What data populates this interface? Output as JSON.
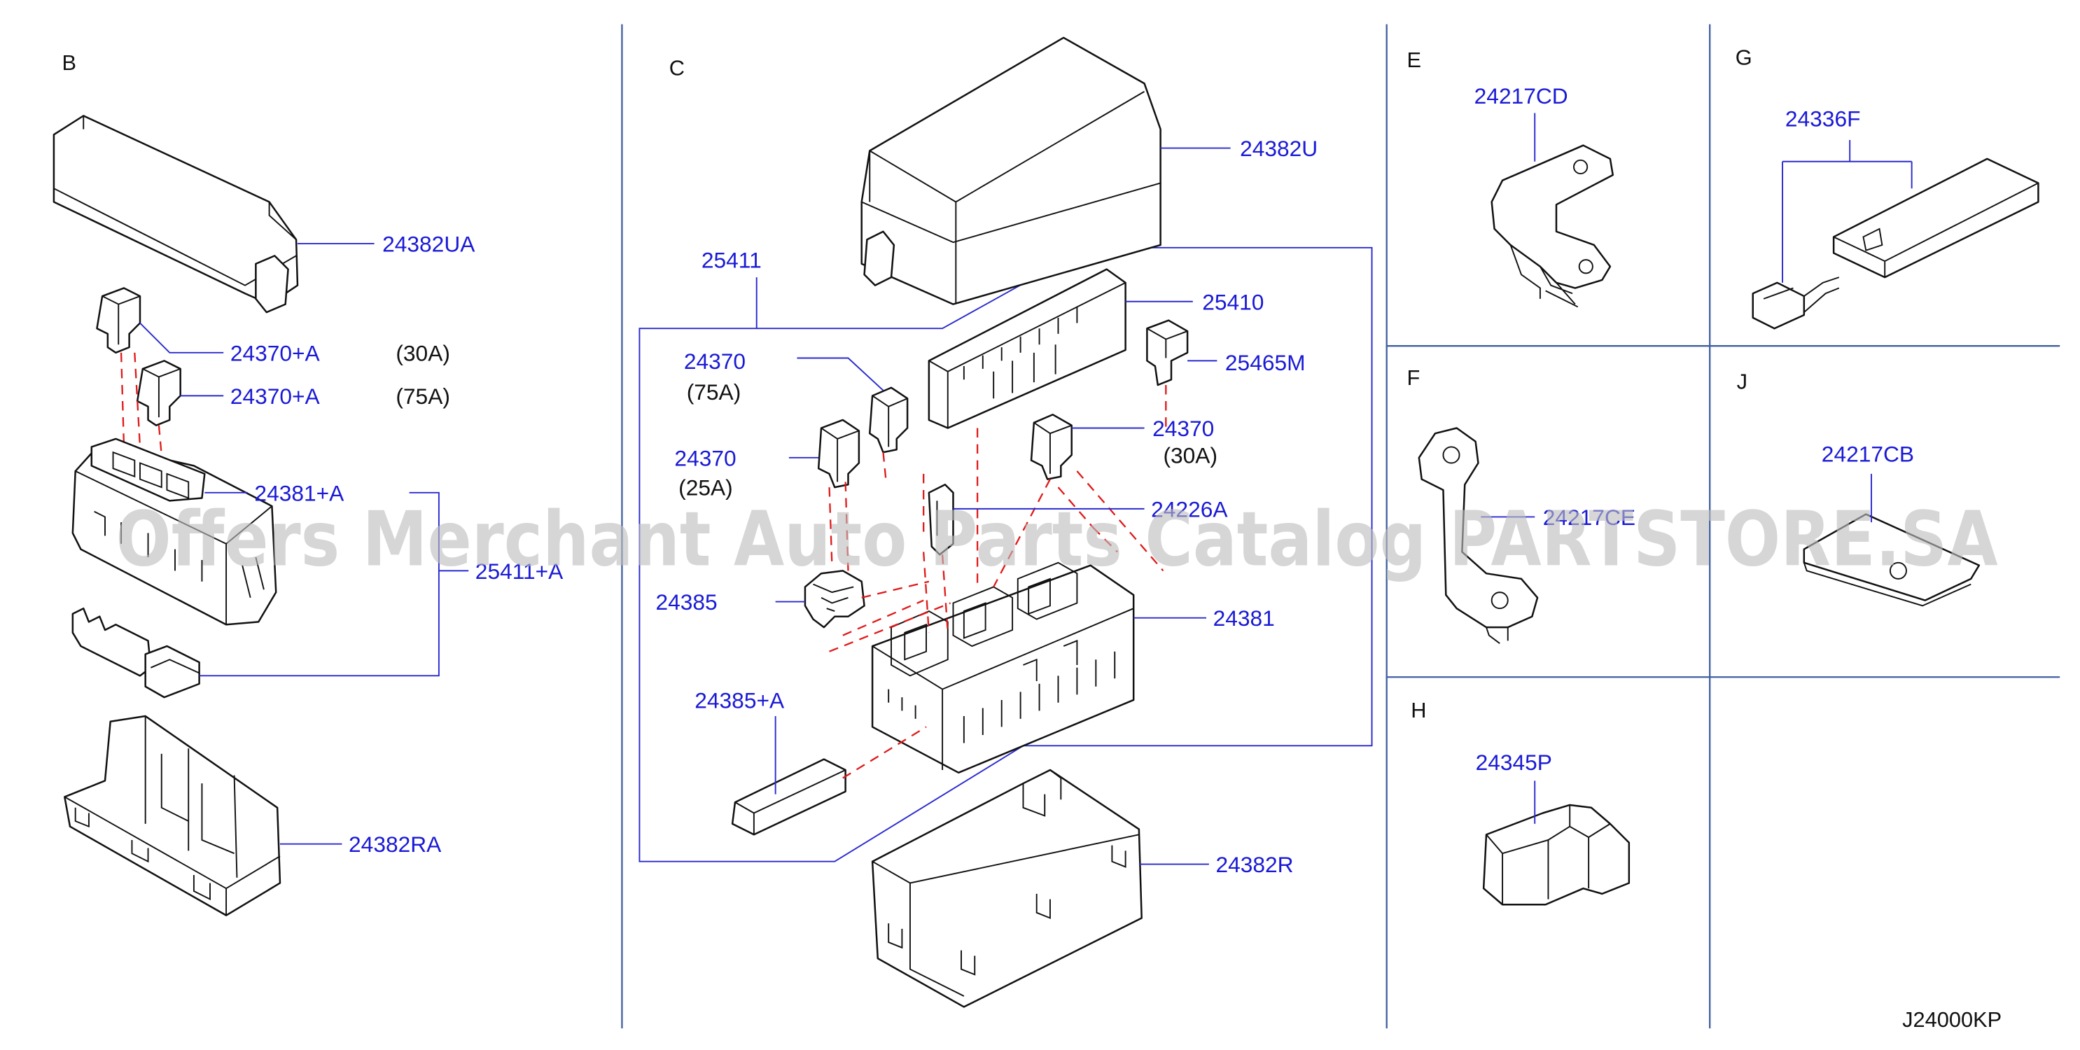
{
  "sections": [
    "B",
    "C",
    "E",
    "G",
    "F",
    "J",
    "H"
  ],
  "section_b": {
    "cover": "24382UA",
    "fuse_30": "24370+A",
    "fuse_30_rating": "(30A)",
    "fuse_75": "24370+A",
    "fuse_75_rating": "(75A)",
    "block": "24381+A",
    "assy": "25411+A",
    "lower_cover": "24382RA"
  },
  "section_c": {
    "assy": "25411",
    "cover": "24382U",
    "bracket": "25410",
    "fuse_m": "25465M",
    "fuse_75": "24370",
    "fuse_75_rating": "(75A)",
    "fuse_25": "24370",
    "fuse_25_rating": "(25A)",
    "fuse_30": "24370",
    "fuse_30_rating": "(30A)",
    "puller": "24226A",
    "connector": "24385",
    "block": "24381",
    "link": "24385+A",
    "lower_cover": "24382R"
  },
  "section_e": {
    "bracket": "24217CD"
  },
  "section_g": {
    "harness": "24336F"
  },
  "section_f": {
    "bracket": "24217CE"
  },
  "section_j": {
    "plate": "24217CB"
  },
  "section_h": {
    "cap": "24345P"
  },
  "diagram_code": "J24000KP",
  "watermark": "Offers Merchant Auto Parts Catalog PARTSTORE.SA",
  "colors": {
    "part_number": "#1a1ad6",
    "leader": "#2a2ad0",
    "phantom": "#e01919",
    "divider": "#3f5f9f",
    "outline": "#111111"
  }
}
